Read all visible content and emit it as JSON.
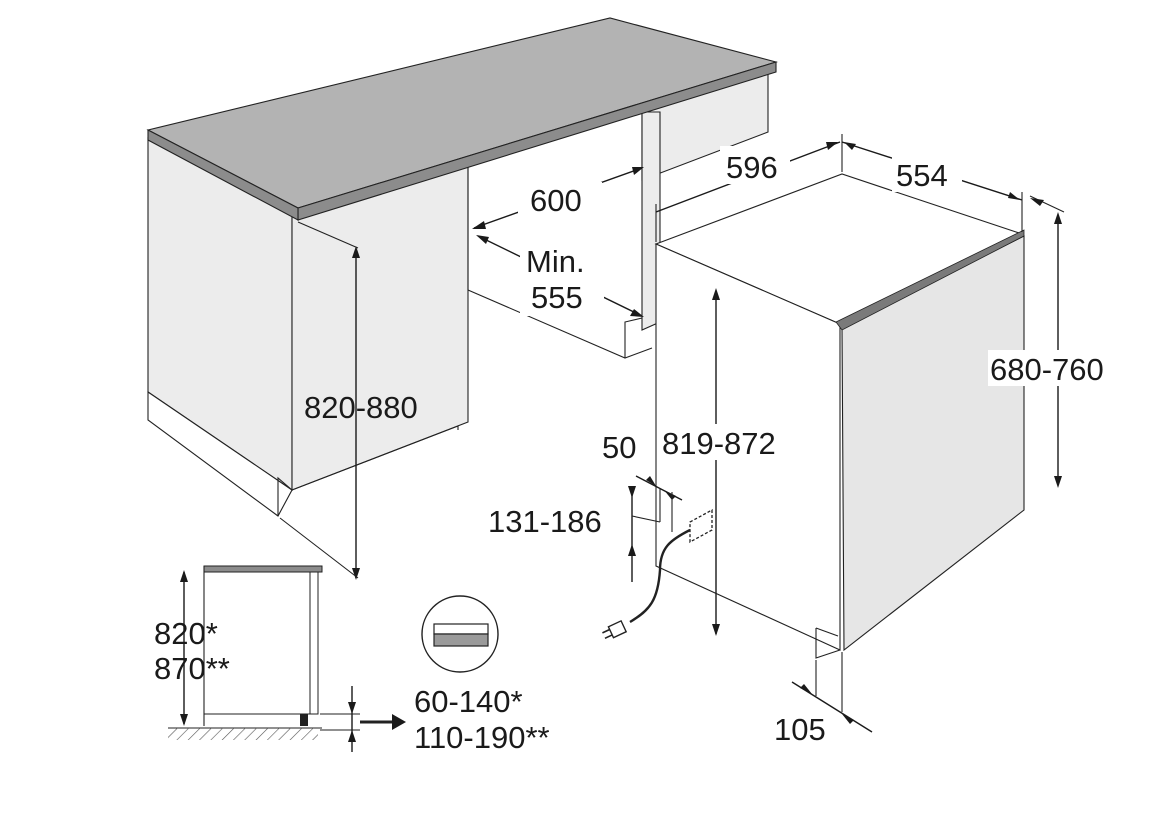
{
  "diagram": {
    "colors": {
      "countertop_top": "#b3b3b3",
      "countertop_front": "#8c8c8c",
      "cabinet_side": "#ececec",
      "cabinet_front": "#ffffff",
      "door_panel": "#e6e6e6",
      "door_edge": "#7a7a7a",
      "outline": "#222222",
      "hatch": "#555555"
    },
    "labels": {
      "niche_width": "600",
      "niche_depth_min": "Min.",
      "niche_depth_value": "555",
      "niche_height": "820-880",
      "appliance_width": "596",
      "appliance_depth": "554",
      "door_height": "680-760",
      "appliance_height": "819-872",
      "connection_offset": "50",
      "connection_height": "131-186",
      "door_depth": "105",
      "side_height_1": "820*",
      "side_height_2": "870**",
      "plinth_1": "60-140*",
      "plinth_2": "110-190**"
    },
    "icons": [
      "dimension-arrow-icon",
      "power-plug-icon",
      "plinth-panel-icon",
      "floor-hatch-icon"
    ]
  }
}
